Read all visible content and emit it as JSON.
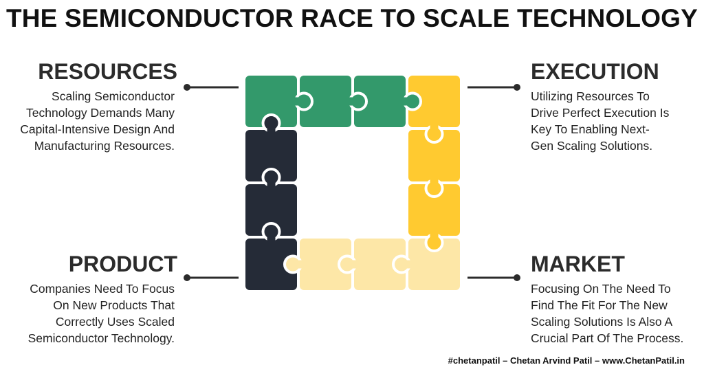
{
  "title": "THE SEMICONDUCTOR RACE TO SCALE TECHNOLOGY",
  "sections": {
    "resources": {
      "heading": "RESOURCES",
      "lines": [
        "Scaling Semiconductor",
        "Technology Demands Many",
        "Capital-Intensive Design And",
        "Manufacturing Resources."
      ]
    },
    "execution": {
      "heading": "EXECUTION",
      "lines": [
        "Utilizing Resources To",
        "Drive Perfect Execution Is",
        "Key To Enabling Next-",
        "Gen Scaling Solutions."
      ]
    },
    "product": {
      "heading": "PRODUCT",
      "lines": [
        "Companies Need To Focus",
        "On New Products That",
        "Correctly Uses Scaled",
        "Semiconductor Technology."
      ]
    },
    "market": {
      "heading": "MARKET",
      "lines": [
        "Focusing On The Need To",
        "Find The Fit For The New",
        "Scaling Solutions Is Also A",
        "Crucial Part Of The Process."
      ]
    }
  },
  "colors": {
    "green": "#33996b",
    "yellow": "#ffca30",
    "dark": "#252b37",
    "light": "#fde7a7",
    "connector": "#2b2b2b"
  },
  "footer": "#chetanpatil – Chetan Arvind Patil – www.ChetanPatil.in"
}
